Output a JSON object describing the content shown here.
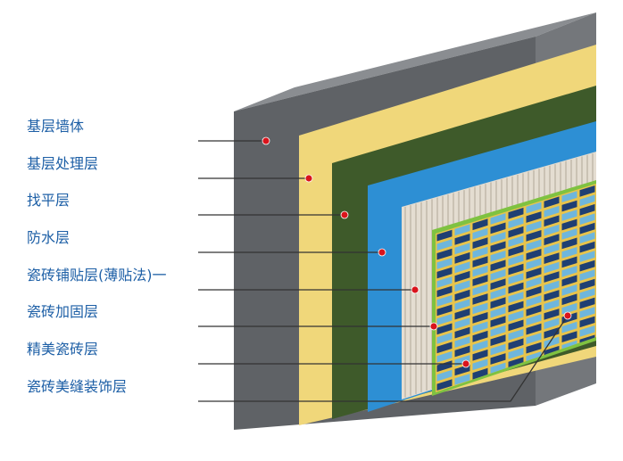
{
  "labels": [
    "基层墙体",
    "基层处理层",
    "找平层",
    "防水层",
    "瓷砖铺贴层(薄贴法)一",
    "瓷砖加固层",
    "精美瓷砖层",
    "瓷砖美缝装饰层"
  ],
  "colors": {
    "label_text": "#1d5fa6",
    "leader_line": "#333333",
    "marker_dot": "#d9141c",
    "wall_front": "#5f6266",
    "wall_top": "#8a8d91",
    "wall_side": "#74777b",
    "treatment_layer": "#f0d77a",
    "leveling_layer": "#3e5a2a",
    "waterproof_layer": "#2d8fd4",
    "adhesive_layer": "#e4ddd1",
    "tile_border": "#7fc241",
    "tile_dark": "#1f3f73",
    "tile_light": "#6fb6dc",
    "grout": "#e8c44b"
  }
}
